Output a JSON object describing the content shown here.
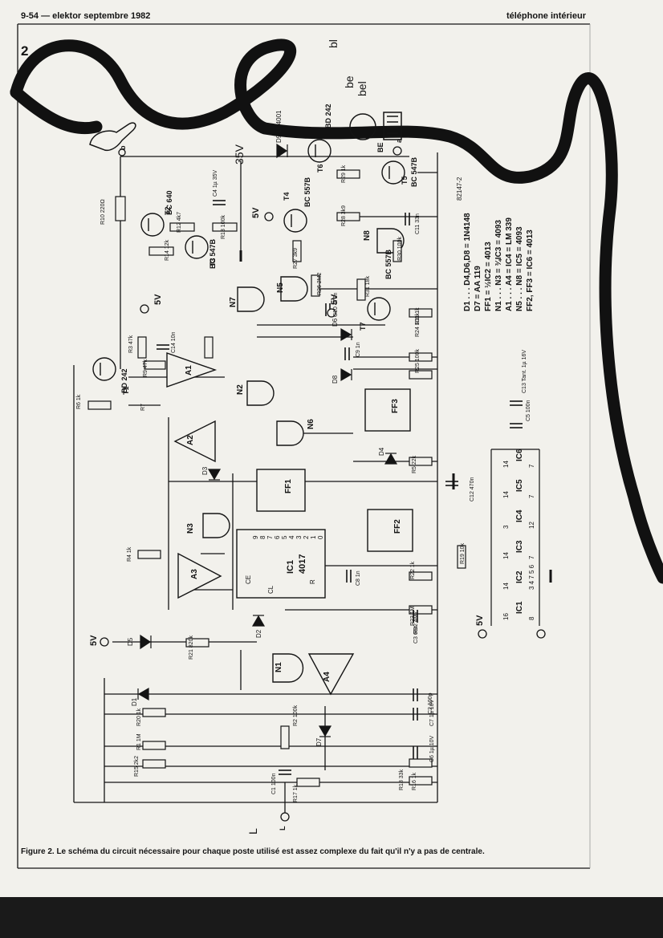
{
  "header": {
    "left": "9-54 — elektor septembre 1982",
    "right": "téléphone intérieur"
  },
  "figure_number": "2",
  "caption": "Figure 2. Le schéma du circuit nécessaire pour chaque poste utilisé est assez complexe du fait qu'il n'y a pas de centrale.",
  "transistors": [
    "T1",
    "BD 242",
    "T2",
    "BC 640",
    "T3",
    "BC 547B",
    "T4",
    "BC 557B",
    "T5",
    "BC 547B",
    "T6",
    "BD 242",
    "T7",
    "BC 557B"
  ],
  "opamps": [
    "A1",
    "A2",
    "A3",
    "A4"
  ],
  "gates": [
    "N1",
    "N2",
    "N3",
    "N5",
    "N6",
    "N7",
    "N8"
  ],
  "flipflops": [
    "FF1",
    "FF2",
    "FF3"
  ],
  "ic": {
    "name": "IC1",
    "type": "4017",
    "pins_label": "CE",
    "clk": "CL",
    "rst": "R",
    "outputs": [
      "0",
      "1",
      "2",
      "3",
      "4",
      "5",
      "6",
      "7",
      "8",
      "9"
    ]
  },
  "resistors": [
    "R1 1M",
    "R2 100k",
    "R3 47k",
    "R4 1k",
    "R5 22k",
    "R6 1k",
    "R7",
    "R9 47k",
    "R10 220Ω",
    "R11 1k",
    "R12 4k7",
    "R13 100k",
    "R14 12k",
    "R15 2k2",
    "R16 1k",
    "R17 1k",
    "R18 33k",
    "R19 10k",
    "R20 1k",
    "R21 820k",
    "R22 1k",
    "R23 1M",
    "R24 100k",
    "R25 100k",
    "R26 2M2",
    "R27 3k9",
    "R28 3k9",
    "R29 1k",
    "R30 100k",
    "R31 18k",
    "R32 4M7"
  ],
  "capacitors": [
    "C1 100n",
    "C2 100p",
    "C3 68n",
    "C4 1µ 35V",
    "C5 100n",
    "C6 1µ 10V",
    "C7 1µ 16V",
    "C8 1n",
    "C9 1n",
    "C10 470n",
    "C11 33n",
    "C12 470n",
    "C13 Tant. 1µ 16V",
    "C14 10n"
  ],
  "diodes": [
    "D1",
    "D2",
    "D3",
    "D4",
    "D5",
    "D6",
    "D7",
    "D8",
    "D9 1N4001"
  ],
  "supply": [
    "5V",
    "5V",
    "5V",
    "5V",
    "5V"
  ],
  "terminals": [
    "L",
    "a",
    "b",
    "BE"
  ],
  "ref_code": "82147-2",
  "legend_lines": [
    "D1 . . . D4,D6,D8 = 1N4148",
    "D7 = AA 119",
    "FF1 = ½IC2 = 4013",
    "N1 . . . N3 = ¾IC3 = 4093",
    "A1 . . . A4 = IC4 = LM 339",
    "N5 . . . N8 = IC5 = 4093",
    "FF2, FF3 = IC6 = 4013"
  ],
  "ic_power_table": {
    "ics": [
      "IC1",
      "IC2",
      "IC3",
      "IC4",
      "IC5",
      "IC6"
    ],
    "vdd_pins": [
      "16",
      "14",
      "14",
      "3",
      "14",
      "14"
    ],
    "gnd_pins": [
      "8",
      "3 4 7 5 6",
      "7",
      "12",
      "7",
      "7"
    ]
  },
  "handwriting": [
    "bl",
    "be",
    "bel",
    "35V",
    "L"
  ],
  "colors": {
    "paper": "#f2f1ec",
    "ink": "#141414",
    "cable": "#111111",
    "strip": "#1a1a1a"
  }
}
